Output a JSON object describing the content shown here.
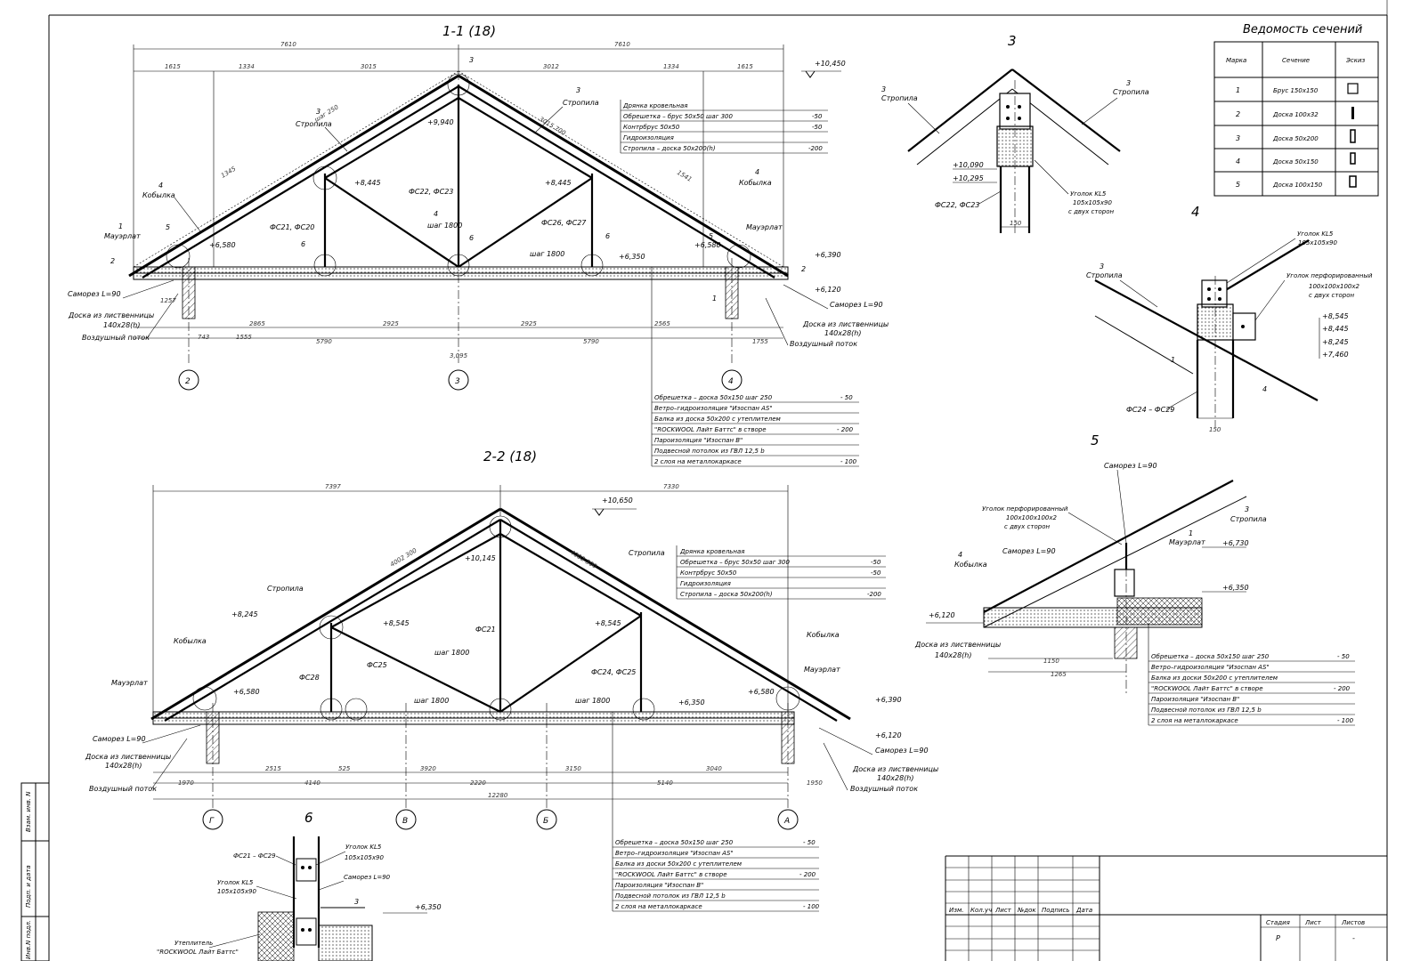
{
  "colors": {
    "ink": "#000000",
    "paper": "#ffffff"
  },
  "section11": {
    "title": "1-1 (18)",
    "elev_top": "+10,450",
    "elev_ridge": "+9,940",
    "elev_8445a": "+8,445",
    "elev_8445b": "+8,445",
    "elev_6580a": "+6,580",
    "elev_6580b": "+6,580",
    "elev_6350": "+6,350",
    "elev_6390": "+6,390",
    "elev_6120": "+6,120",
    "rafter_a": "Стропила",
    "rafter_b": "Стропила",
    "kobylka_a": "Кобылка",
    "kobylka_b": "Кобылка",
    "mauerlat_a": "Мауэрлат",
    "mauerlat_b": "Мауэрлат",
    "fs22": "ФС22, ФС23",
    "fs21": "ФС21, ФС20",
    "fs26": "ФС26, ФС27",
    "step_a": "шаг 1800",
    "step_b": "шаг 1800",
    "screw_a": "Саморез L=90",
    "screw_b": "Саморез L=90",
    "board_a": "Доска из лиственницы",
    "board_a2": "140х28(h)",
    "board_b": "Доска из лиственницы",
    "board_b2": "140х28(h)",
    "air_a": "Воздушный поток",
    "air_b": "Воздушный поток",
    "axes": [
      "2",
      "3",
      "4"
    ],
    "marks": [
      "3",
      "3",
      "3",
      "4",
      "4",
      "4",
      "5",
      "5",
      "6",
      "6",
      "6",
      "2",
      "2",
      "1",
      "1"
    ],
    "dims_top": [
      "7610",
      "7610"
    ],
    "dims_top2": [
      "1615",
      "1334",
      "3015",
      "3012",
      "1334",
      "1615"
    ],
    "dims_bot": [
      "2865",
      "2925",
      "2925",
      "2565",
      "1755"
    ],
    "dims_bot2": [
      "743",
      "1555",
      "5790",
      "5790"
    ],
    "dims_misc": [
      "шаг 250",
      "3015 700",
      "1345",
      "1541",
      "1257",
      "3,095"
    ],
    "roof": {
      "rows": [
        {
          "label": "Дрянка кровельная",
          "value": ""
        },
        {
          "label": "Обрешетка – брус 50х50 шаг 300",
          "value": "-50"
        },
        {
          "label": "Контрбрус 50х50",
          "value": "-50"
        },
        {
          "label": "Гидроизоляция",
          "value": ""
        },
        {
          "label": "Стропила – доска 50х200(h)",
          "value": "-200"
        }
      ]
    },
    "ceiling": {
      "rows": [
        {
          "label": "Обрешетка – доска 50х150 шаг 250",
          "value": "- 50"
        },
        {
          "label": "Ветро–гидроизоляция \"Изоспан АS\"",
          "value": ""
        },
        {
          "label": "Балка из доска 50х200 с утеплителем",
          "value": ""
        },
        {
          "label": "\"ROCKWOOL Лайт Баттс\" в створе",
          "value": "- 200"
        },
        {
          "label": "Пароизоляция \"Изоспан В\"",
          "value": ""
        },
        {
          "label": "Подвесной потолок из ГВЛ 12,5 b",
          "value": ""
        },
        {
          "label": "2 слоя на металлокаркасе",
          "value": "- 100"
        }
      ]
    }
  },
  "section22": {
    "title": "2-2 (18)",
    "elev_top": "+10,650",
    "elev_ridge": "+10,145",
    "elev_8545a": "+8,545",
    "elev_8545b": "+8,545",
    "elev_8245": "+8,245",
    "elev_6580a": "+6,580",
    "elev_6580b": "+6,580",
    "elev_6350": "+6,350",
    "elev_6390": "+6,390",
    "elev_6120": "+6,120",
    "rafter_a": "Стропила",
    "rafter_b": "Стропила",
    "kobylka_a": "Кобылка",
    "kobylka_b": "Кобылка",
    "mauerlat_a": "Мауэрлат",
    "mauerlat_b": "Мауэрлат",
    "fs21": "ФС21",
    "fs24": "ФС24, ФС25",
    "fs28": "ФС28",
    "fs25": "ФС25",
    "step_a": "шаг 1800",
    "step_b": "шаг 1800",
    "step_c": "шаг 1800",
    "screw_a": "Саморез L=90",
    "screw_b": "Саморез L=90",
    "board_a": "Доска из лиственницы",
    "board_a2": "140х28(h)",
    "board_b": "Доска из лиственницы",
    "board_b2": "140х28(h)",
    "air_a": "Воздушный поток",
    "air_b": "Воздушный поток",
    "axes": [
      "Г",
      "В",
      "Б",
      "А"
    ],
    "dims_top": [
      "7397",
      "7330"
    ],
    "dims_bot": [
      "2515",
      "525",
      "3920",
      "3150",
      "3040"
    ],
    "dims_bot2": [
      "1970",
      "4140",
      "2220",
      "5140",
      "1950"
    ],
    "dims_total": "12280",
    "dims_misc": [
      "4002 300",
      "4002 300"
    ],
    "roof": {
      "rows": [
        {
          "label": "Дрянка кровельная",
          "value": ""
        },
        {
          "label": "Обрешетка – брус 50х50 шаг 300",
          "value": "-50"
        },
        {
          "label": "Контрбрус 50х50",
          "value": "-50"
        },
        {
          "label": "Гидроизоляция",
          "value": ""
        },
        {
          "label": "Стропила – доска 50х200(h)",
          "value": "-200"
        }
      ]
    },
    "ceiling": {
      "rows": [
        {
          "label": "Обрешетка – доска 50х150 шаг 250",
          "value": "- 50"
        },
        {
          "label": "Ветро–гидроизоляция \"Изоспан АS\"",
          "value": ""
        },
        {
          "label": "Балка из доски 50х200 с утеплителем",
          "value": ""
        },
        {
          "label": "\"ROCKWOOL Лайт Баттс\" в створе",
          "value": "- 200"
        },
        {
          "label": "Пароизоляция \"Изоспан В\"",
          "value": ""
        },
        {
          "label": "Подвесной потолок из ГВЛ 12,5 b",
          "value": ""
        },
        {
          "label": "2 слоя на металлокаркасе",
          "value": "- 100"
        }
      ]
    }
  },
  "node3": {
    "title": "3",
    "rafter_a": "Стропила",
    "rafter_b": "Стропила",
    "mark_a": "3",
    "mark_b": "3",
    "elev_a": "+10,090",
    "elev_b": "+10,295",
    "fs": "ФС22, ФС23",
    "angle": "Уголок KL5",
    "angle2": "105х105х90",
    "angle3": "с двух сторон",
    "dim": "150"
  },
  "node4": {
    "title": "4",
    "angle_top": "Уголок KL5",
    "angle_top2": "105х105х90",
    "rafter": "Стропила",
    "mark": "3",
    "perf": "Уголок перфорированный",
    "perf2": "100х100х100х2",
    "perf3": "с двух сторон",
    "elevs": [
      "+8,545",
      "+8,445",
      "+8,245",
      "+7,460"
    ],
    "fs": "ФС24 – ФС29",
    "mark1": "1",
    "mark4": "4",
    "dim": "150"
  },
  "node5": {
    "title": "5",
    "screw_top": "Саморез L=90",
    "perf": "Уголок перфорированный",
    "perf2": "100х100х100х2",
    "perf3": "с двух сторон",
    "rafter": "Стропила",
    "mark3": "3",
    "mauerlat": "Мауэрлат",
    "mark1": "1",
    "kobylka": "Кобылка",
    "mark4": "4",
    "screw_mid": "Саморез L=90",
    "elev_6730": "+6,730",
    "elev_6350": "+6,350",
    "elev_6120": "+6,120",
    "board": "Доска из лиственницы",
    "board2": "140х28(h)",
    "dims": [
      "1150",
      "1265"
    ],
    "ceiling": {
      "rows": [
        {
          "label": "Обрешетка – доска 50х150 шаг 250",
          "value": "- 50"
        },
        {
          "label": "Ветро–гидроизоляция \"Изоспан АS\"",
          "value": ""
        },
        {
          "label": "Балка из доски 50х200 с утеплителем",
          "value": ""
        },
        {
          "label": "\"ROCKWOOL Лайт Баттс\" в створе",
          "value": "- 200"
        },
        {
          "label": "Пароизоляция \"Изоспан В\"",
          "value": ""
        },
        {
          "label": "Подвесной потолок из ГВЛ 12,5 b",
          "value": ""
        },
        {
          "label": "2 слоя на металлокаркасе",
          "value": "- 100"
        }
      ]
    }
  },
  "node6": {
    "title": "6",
    "fs": "ФС21 – ФС29",
    "angle_a": "Уголок KL5",
    "angle_a2": "105х105х90",
    "angle_b": "Уголок KL5",
    "angle_b2": "105х105х90",
    "screw": "Саморез L=90",
    "mark3": "3",
    "elev": "+6,350",
    "insul": "Утеплитель",
    "insul2": "\"ROCKWOOL Лайт Баттс\""
  },
  "schedule": {
    "title": "Ведомость сечений",
    "headers": [
      "Марка",
      "Сечение",
      "Эскиз"
    ],
    "rows": [
      {
        "mark": "1",
        "section": "Брус 150х150"
      },
      {
        "mark": "2",
        "section": "Доска 100х32"
      },
      {
        "mark": "3",
        "section": "Доска 50х200"
      },
      {
        "mark": "4",
        "section": "Доска 50х150"
      },
      {
        "mark": "5",
        "section": "Доска 100х150"
      }
    ]
  },
  "stamp": {
    "cols": [
      "Изм.",
      "Кол.уч",
      "Лист",
      "№док",
      "Подпись",
      "Дата"
    ],
    "stage_h": "Стадия",
    "sheet_h": "Лист",
    "sheets_h": "Листов",
    "stage": "Р",
    "sheets": "-"
  },
  "sidebar": [
    "Взам. инв. N",
    "Подп. и дата",
    "Инв.N подл."
  ]
}
